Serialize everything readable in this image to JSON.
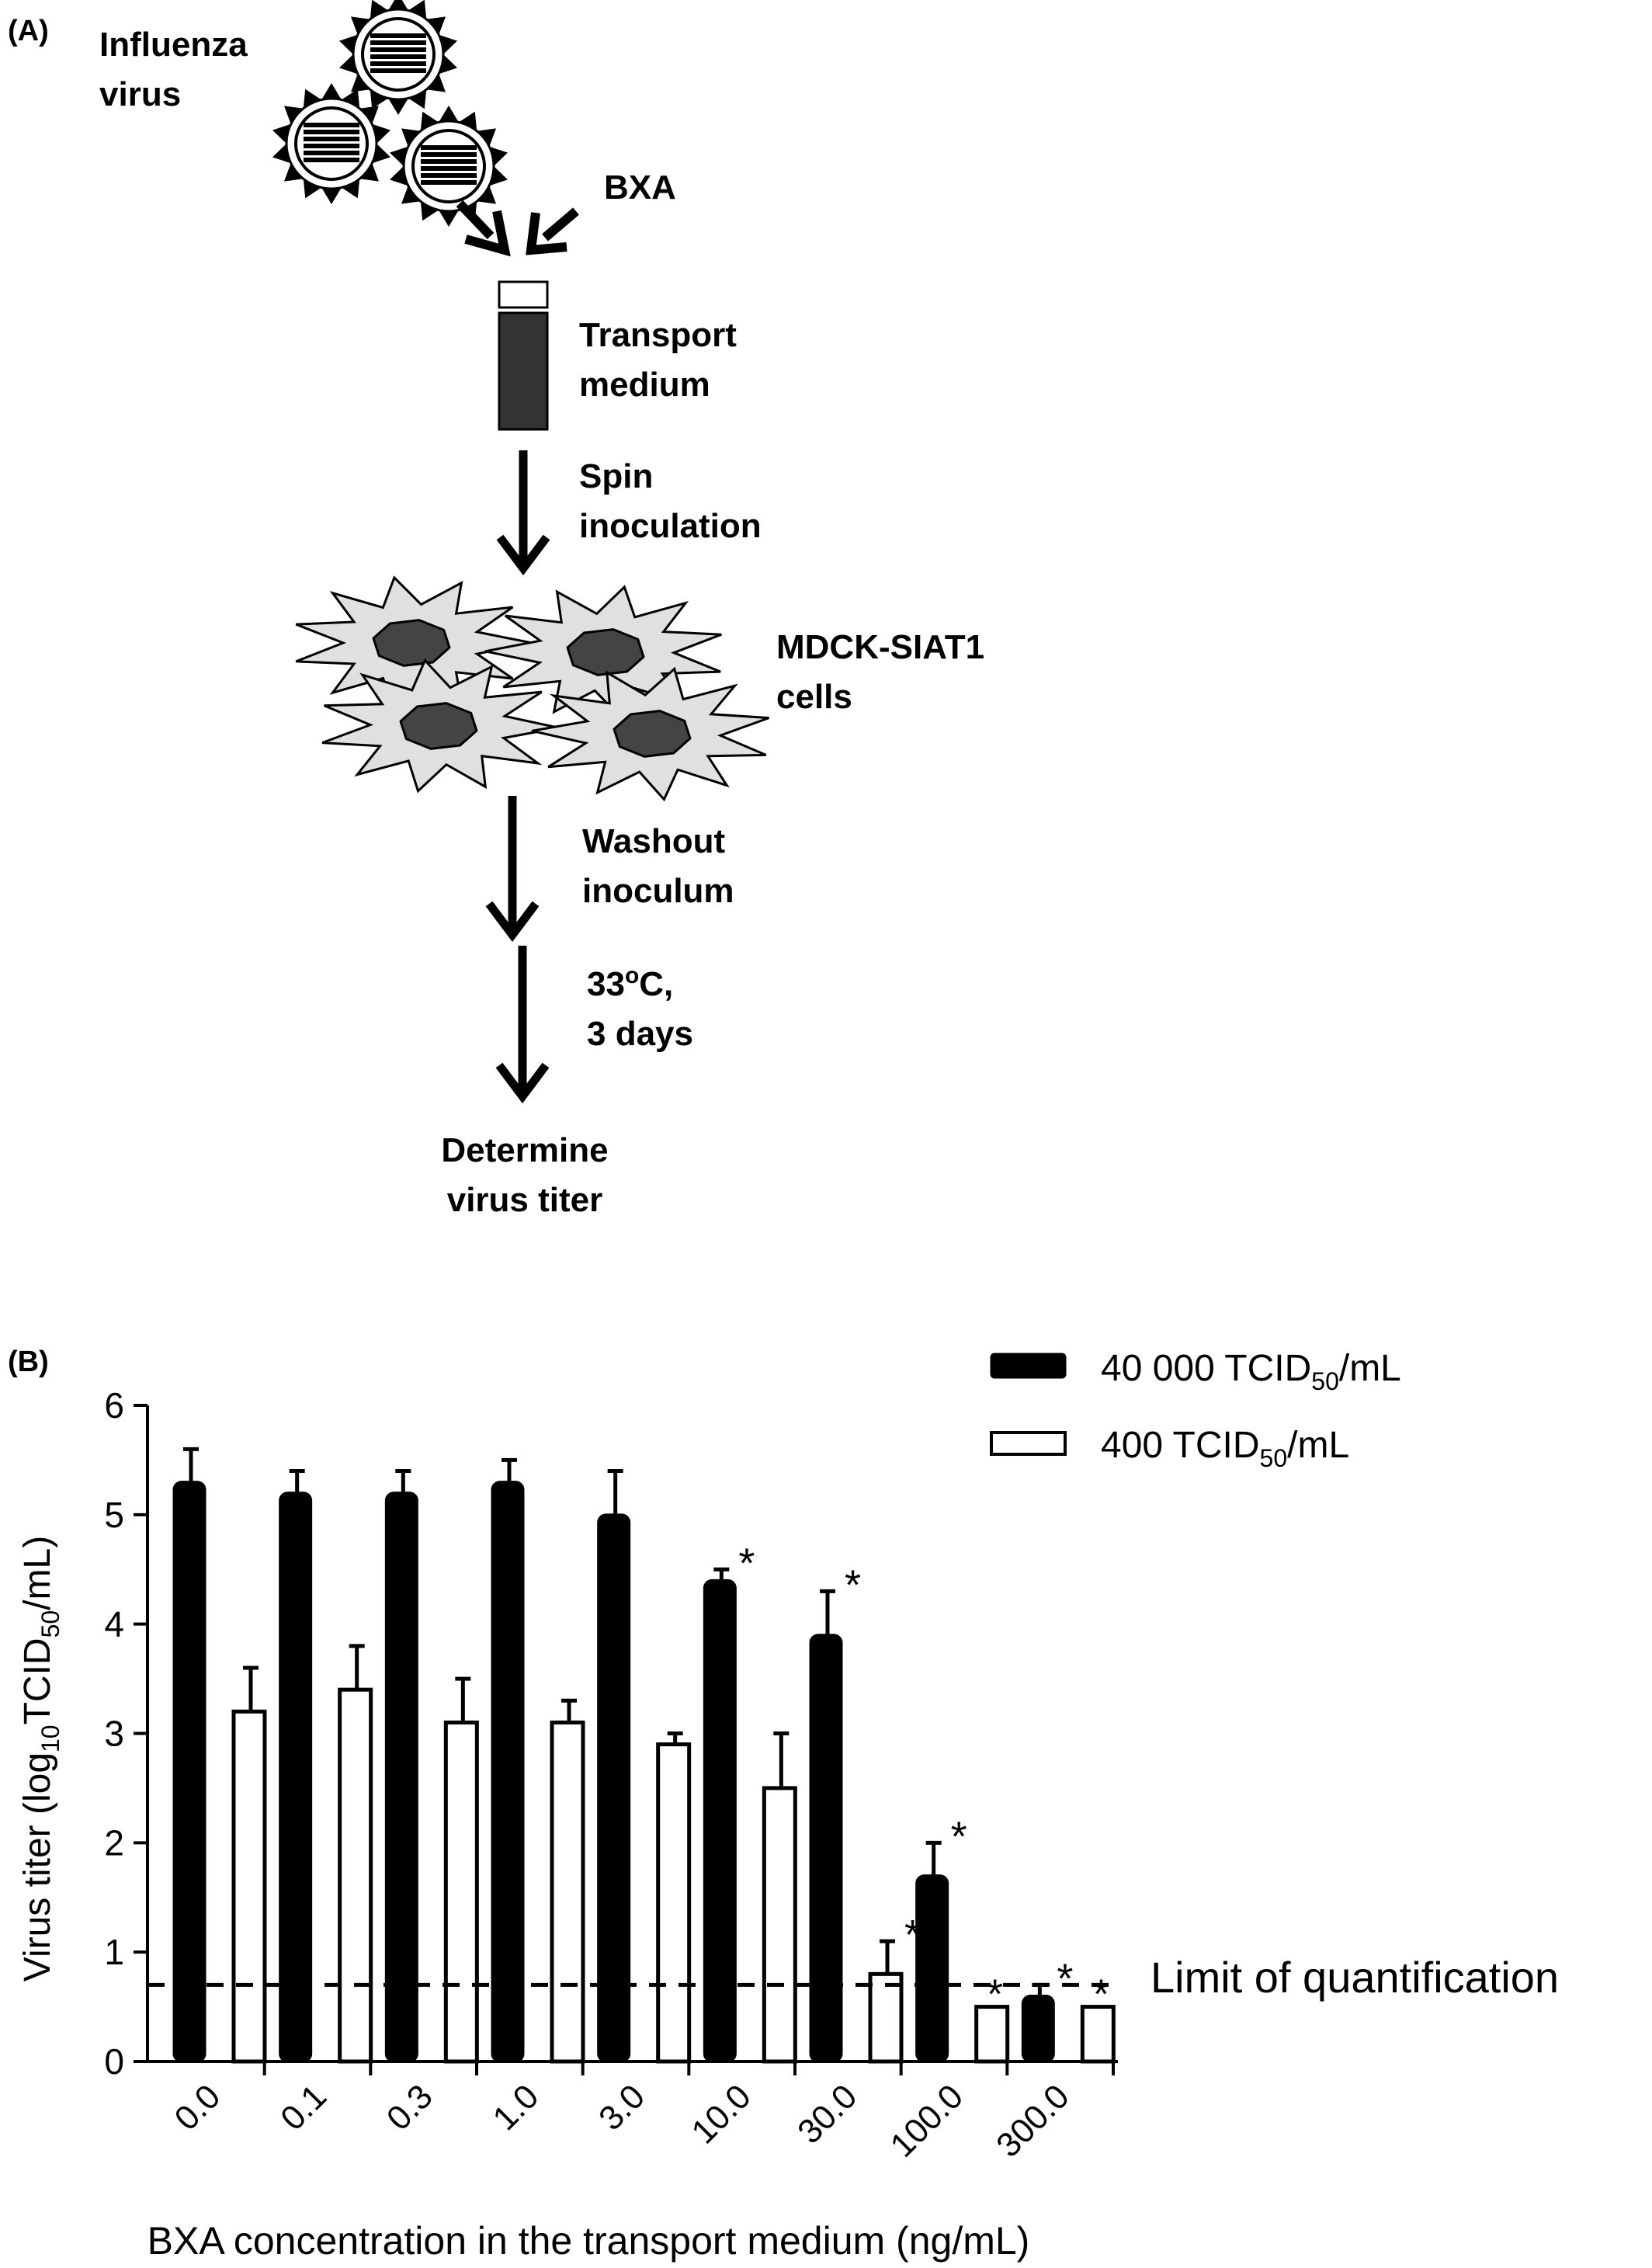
{
  "panel_a": {
    "label": "(A)",
    "virus_label_1": "Influenza",
    "virus_label_2": "virus",
    "bxa_label": "BXA",
    "tube_label_1": "Transport",
    "tube_label_2": "medium",
    "step1_label_1": "Spin",
    "step1_label_2": "inoculation",
    "cells_label_1": "MDCK-SIAT1",
    "cells_label_2": "cells",
    "step2_label_1": "Washout",
    "step2_label_2": "inoculum",
    "step3_temp": "33",
    "step3_deg": "o",
    "step3_unit": "C,",
    "step3_label_2": "3 days",
    "final_label_1": "Determine",
    "final_label_2": "virus titer"
  },
  "panel_b": {
    "label": "(B)",
    "loq_label": "Limit of quantification",
    "legend_1": {
      "pre": "40 000 TCID",
      "sub": "50",
      "post": "/mL"
    },
    "legend_2": {
      "pre": "400 TCID",
      "sub": "50",
      "post": "/mL"
    },
    "ylabel": {
      "pre": "Virus titer (log",
      "sub1": "10",
      "mid": "TCID",
      "sub2": "50",
      "post": "/mL)"
    },
    "xlabel": "BXA concentration in the transport medium (ng/mL)"
  },
  "chart_data": {
    "type": "bar",
    "categories": [
      "0.0",
      "0.1",
      "0.3",
      "1.0",
      "3.0",
      "10.0",
      "30.0",
      "100.0",
      "300.0"
    ],
    "ylim": [
      0,
      6
    ],
    "yticks": [
      "0",
      "1",
      "2",
      "3",
      "4",
      "5",
      "6"
    ],
    "limit_of_quantification": 0.7,
    "series": [
      {
        "name": "40 000 TCID50/mL",
        "color": "#000000",
        "values": [
          5.3,
          5.2,
          5.2,
          5.3,
          5.0,
          4.4,
          3.9,
          1.7,
          0.6
        ],
        "error": [
          0.3,
          0.2,
          0.2,
          0.2,
          0.4,
          0.1,
          0.4,
          0.3,
          0.1
        ],
        "significant": [
          false,
          false,
          false,
          false,
          false,
          true,
          true,
          true,
          true
        ]
      },
      {
        "name": "400 TCID50/mL",
        "color": "#ffffff",
        "values": [
          3.2,
          3.4,
          3.1,
          3.1,
          2.9,
          2.5,
          0.8,
          0.5,
          0.5
        ],
        "error": [
          0.4,
          0.4,
          0.4,
          0.2,
          0.1,
          0.5,
          0.3,
          0,
          0
        ],
        "significant": [
          false,
          false,
          false,
          false,
          false,
          false,
          true,
          true,
          true
        ]
      }
    ],
    "significance_marker": "*",
    "grid": false,
    "legend_position": "top-right"
  },
  "colors": {
    "dark_fill": "#333333",
    "cell_fill": "#e0e0e0",
    "nucleus_fill": "#444444"
  }
}
